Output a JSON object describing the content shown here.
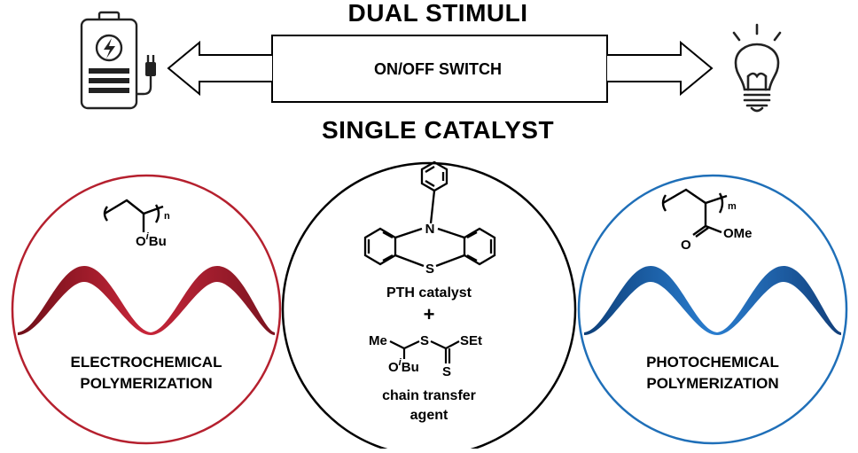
{
  "header": {
    "title_top": "DUAL STIMULI",
    "title_bottom": "SINGLE CATALYST",
    "switch_label": "ON/OFF SWITCH"
  },
  "left": {
    "line1": "ELECTROCHEMICAL",
    "line2": "POLYMERIZATION",
    "subscript": "n",
    "substituent_o": "O",
    "substituent_i": "i",
    "substituent_bu": "Bu",
    "color": "#b5202e",
    "icon": "battery-plug-icon"
  },
  "right": {
    "line1": "PHOTOCHEMICAL",
    "line2": "POLYMERIZATION",
    "subscript": "m",
    "ester_o": "O",
    "ester_ome": "OMe",
    "color": "#1f6fb8",
    "icon": "light-bulb-icon"
  },
  "center": {
    "catalyst_label": "PTH catalyst",
    "plus": "+",
    "ring_n": "N",
    "ring_s": "S",
    "cta_me": "Me",
    "cta_s1": "S",
    "cta_set": "SEt",
    "cta_o": "O",
    "cta_i": "i",
    "cta_bu": "Bu",
    "cta_s2": "S",
    "cta_line1": "chain transfer",
    "cta_line2": "agent"
  }
}
